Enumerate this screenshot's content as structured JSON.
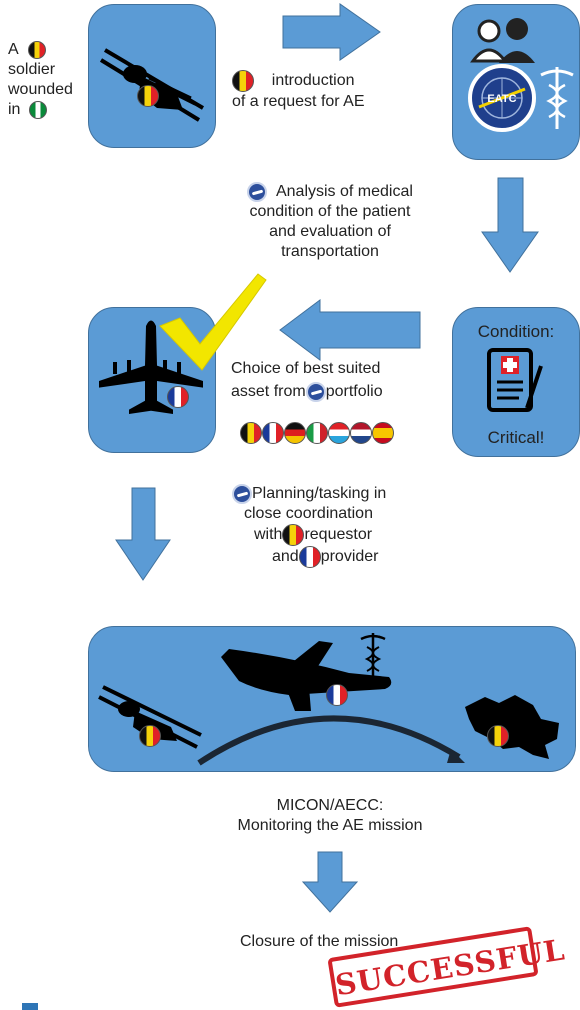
{
  "step1": {
    "text_lines": [
      "A",
      "soldier",
      "wounded",
      "in"
    ],
    "intro_line1": "introduction",
    "intro_line2": "of a request for AE"
  },
  "eatc_logo": {
    "text": "EATC"
  },
  "analysis": {
    "lines": [
      "Analysis of medical",
      "condition of the patient",
      "and evaluation of",
      "transportation"
    ]
  },
  "condition_box": {
    "title": "Condition:",
    "status": "Critical!"
  },
  "choice": {
    "line1": "Choice of best suited",
    "line2_prefix": "asset from",
    "line2_suffix": "portfolio"
  },
  "planning": {
    "line1": "Planning/tasking in",
    "line2": "close coordination",
    "line3_prefix": "with",
    "line3_suffix": "requestor",
    "line4_prefix": "and",
    "line4_suffix": "provider"
  },
  "monitoring": {
    "line1": "MICON/AECC:",
    "line2": "Monitoring the AE mission"
  },
  "closure": {
    "text": "Closure of the mission"
  },
  "stamp": {
    "text": "SUCCESSFUL"
  },
  "colors": {
    "box_fill": "#5b9bd5",
    "arrow_fill": "#5b9bd5",
    "check_yellow": "#f2e600",
    "stamp_red": "#d2232a"
  }
}
